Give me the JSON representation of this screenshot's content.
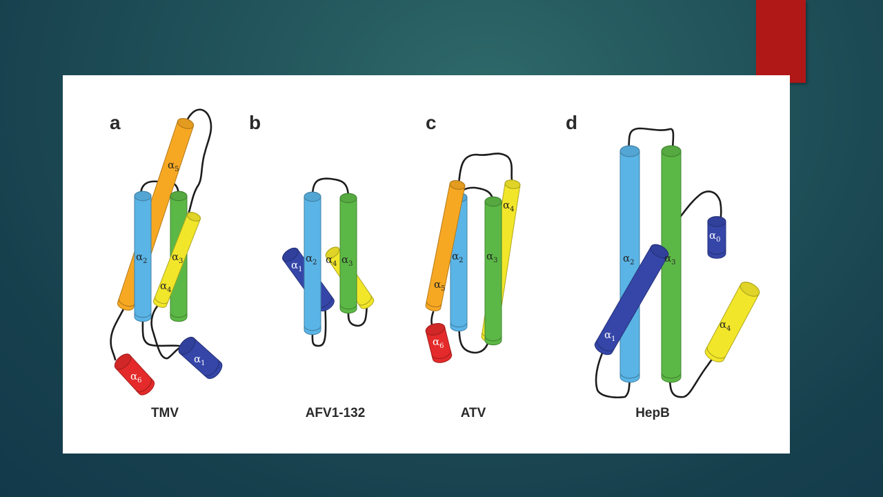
{
  "colors": {
    "slide_background": "#1e4f58",
    "accent": "#b01818",
    "panel": "#ffffff",
    "helix_blue": "#5ab4e6",
    "helix_green": "#5cb846",
    "helix_yellow": "#f2e62a",
    "helix_orange": "#f7a823",
    "helix_red": "#e42a2a",
    "helix_navy": "#3546a8",
    "loop": "#1c1c1c"
  },
  "panels": [
    {
      "letter": "a",
      "protein": "TMV",
      "helices": [
        {
          "greek": "α",
          "sub": "5",
          "color": "orange"
        },
        {
          "greek": "α",
          "sub": "2",
          "color": "blue"
        },
        {
          "greek": "α",
          "sub": "3",
          "color": "green"
        },
        {
          "greek": "α",
          "sub": "4",
          "color": "yellow"
        },
        {
          "greek": "α",
          "sub": "6",
          "color": "red"
        },
        {
          "greek": "α",
          "sub": "1",
          "color": "navy"
        }
      ]
    },
    {
      "letter": "b",
      "protein": "AFV1-132",
      "helices": [
        {
          "greek": "α",
          "sub": "1",
          "color": "navy"
        },
        {
          "greek": "α",
          "sub": "2",
          "color": "blue"
        },
        {
          "greek": "α",
          "sub": "4",
          "color": "yellow"
        },
        {
          "greek": "α",
          "sub": "3",
          "color": "green"
        }
      ]
    },
    {
      "letter": "c",
      "protein": "ATV",
      "helices": [
        {
          "greek": "α",
          "sub": "4",
          "color": "yellow"
        },
        {
          "greek": "α",
          "sub": "2",
          "color": "blue"
        },
        {
          "greek": "α",
          "sub": "3",
          "color": "green"
        },
        {
          "greek": "α",
          "sub": "5",
          "color": "orange"
        },
        {
          "greek": "α",
          "sub": "6",
          "color": "red"
        }
      ]
    },
    {
      "letter": "d",
      "protein": "HepB",
      "helices": [
        {
          "greek": "α",
          "sub": "2",
          "color": "blue"
        },
        {
          "greek": "α",
          "sub": "3",
          "color": "green"
        },
        {
          "greek": "α",
          "sub": "0",
          "color": "navy"
        },
        {
          "greek": "α",
          "sub": "1",
          "color": "navy"
        },
        {
          "greek": "α",
          "sub": "4",
          "color": "yellow"
        }
      ]
    }
  ]
}
